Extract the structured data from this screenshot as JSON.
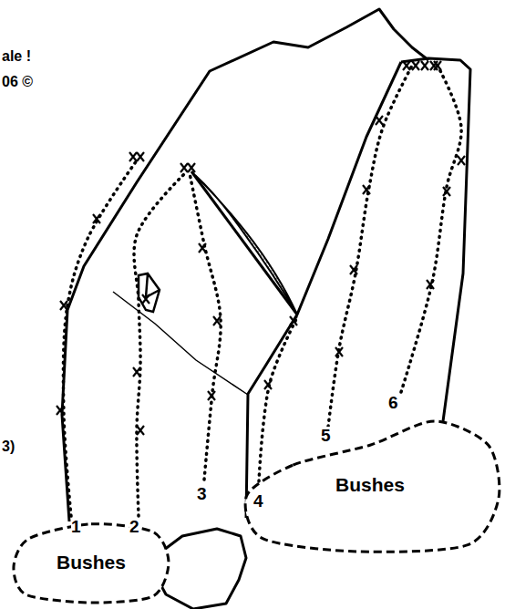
{
  "diagram": {
    "nodes": [
      {
        "text": [
          "Bushes"
        ]
      },
      {
        "text": [
          "Bushes"
        ]
      }
    ],
    "labels": [
      "ale !",
      "06 ©",
      "3)",
      "1",
      "2",
      "3",
      "4",
      "5",
      "6"
    ]
  }
}
